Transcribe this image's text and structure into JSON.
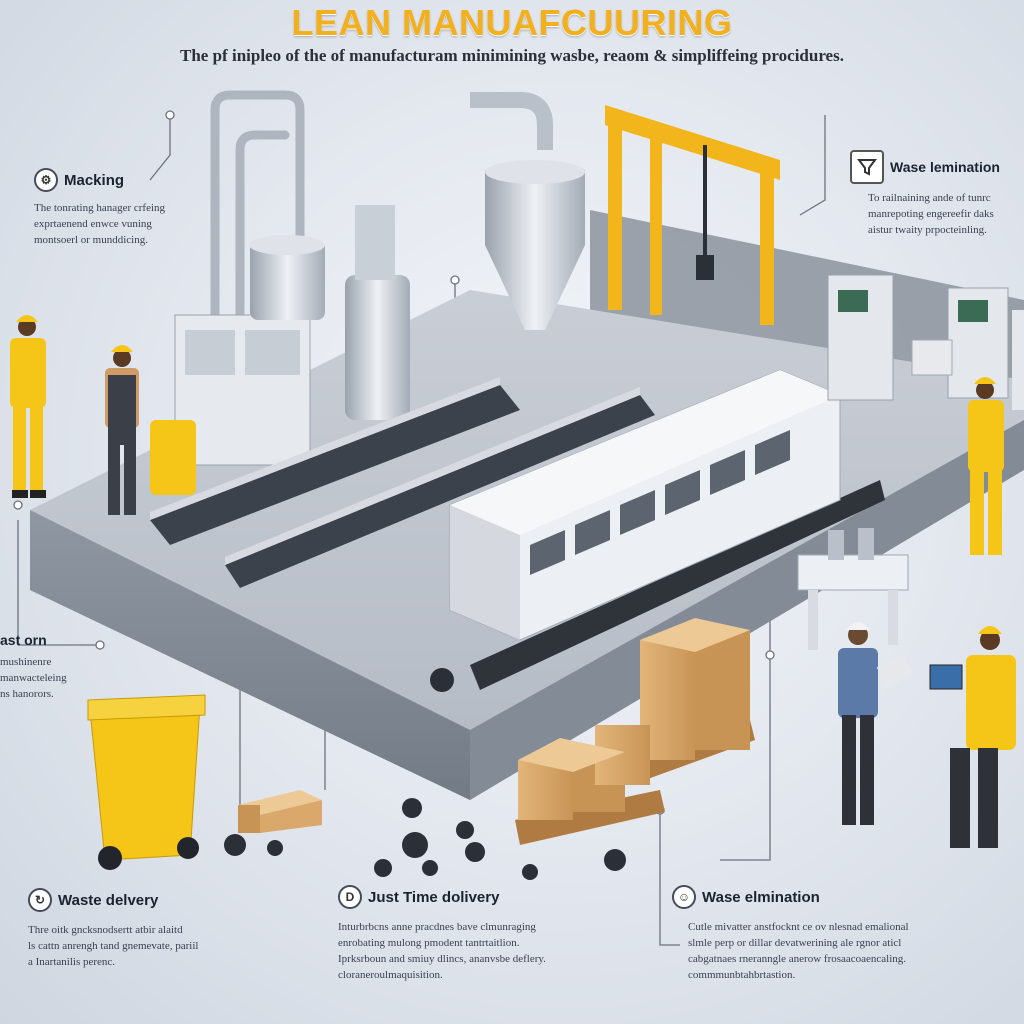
{
  "header": {
    "title": "LEAN MANUAFCUURING",
    "subtitle": "The pf inipleo of the of manufacturam minimining wasbe, reaom & simpliffeing procidures."
  },
  "callouts": {
    "top_left": {
      "label": "Macking",
      "icon_glyph": "⚙",
      "desc": [
        "The tonrating hanager crfeing",
        "exprtaenend enwce vuning",
        "montsoerl or munddicing."
      ]
    },
    "top_right": {
      "label": "Wase lemination",
      "desc": [
        "To railnaining ande of tunrc",
        "manrepoting engereefir daks",
        "aistur twaity prpocteinling."
      ]
    },
    "mid_left": {
      "label": "ast orn",
      "icon_glyph": "",
      "desc": [
        "mushinenre",
        "manwacteleing",
        "ns hanorors."
      ]
    },
    "bottom_left": {
      "label": "Waste delvery",
      "icon_glyph": "↻",
      "desc": [
        "Thre oitk gncksnodsertt atbir alaitd",
        "ls cattn anrengh tand gnemevate, pariil",
        "a Inartanilis perenc."
      ]
    },
    "bottom_mid": {
      "label": "Just Time dolivery",
      "icon_glyph": "D",
      "desc": [
        "Inturbrbcns anne pracdnes bave clmunraging",
        "enrobating mulong pmodent tantrtaitlion.",
        "Iprksrboun and smiuy dlincs, ananvsbe deflery.",
        "cloraneroulmaquisition."
      ]
    },
    "bottom_right": {
      "label": "Wase elmination",
      "icon_glyph": "☺",
      "desc": [
        "Cutle mivatter anstfocknt ce ov nlesnad emalional",
        "slmle perp or dillar devatwerining ale rgnor aticl",
        "cabgatnaes rneranngle anerow frosaacoaencaling.",
        "commmunbtahbrtastion."
      ]
    }
  },
  "colors": {
    "accent": "#f2b01e",
    "safety_yellow": "#f5c518",
    "machine_white": "#e9ecf1",
    "steel": "#b8bfc9",
    "platform": "#9aa2ad",
    "cardboard": "#d9a86a"
  }
}
